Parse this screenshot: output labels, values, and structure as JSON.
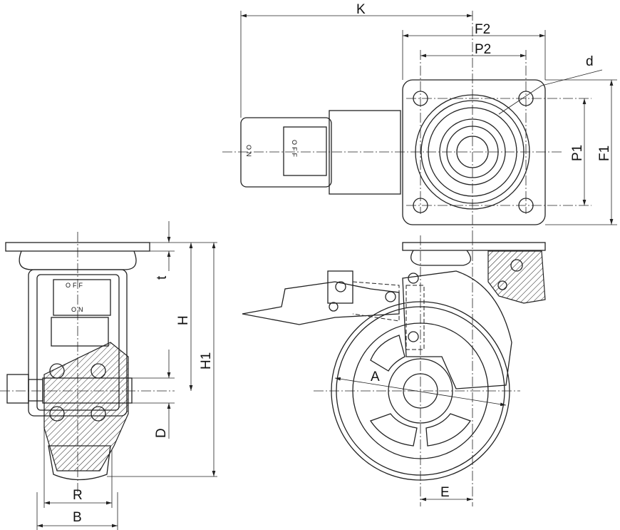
{
  "dimensions": {
    "K": "K",
    "F2": "F2",
    "P2": "P2",
    "d": "d",
    "P1": "P1",
    "F1": "F1",
    "t": "t",
    "H": "H",
    "H1": "H1",
    "D": "D",
    "R": "R",
    "B": "B",
    "A": "A",
    "E": "E"
  },
  "brake_labels": {
    "off": "OFF",
    "on": "ON"
  },
  "colors": {
    "line": "#222222",
    "background": "#ffffff"
  }
}
